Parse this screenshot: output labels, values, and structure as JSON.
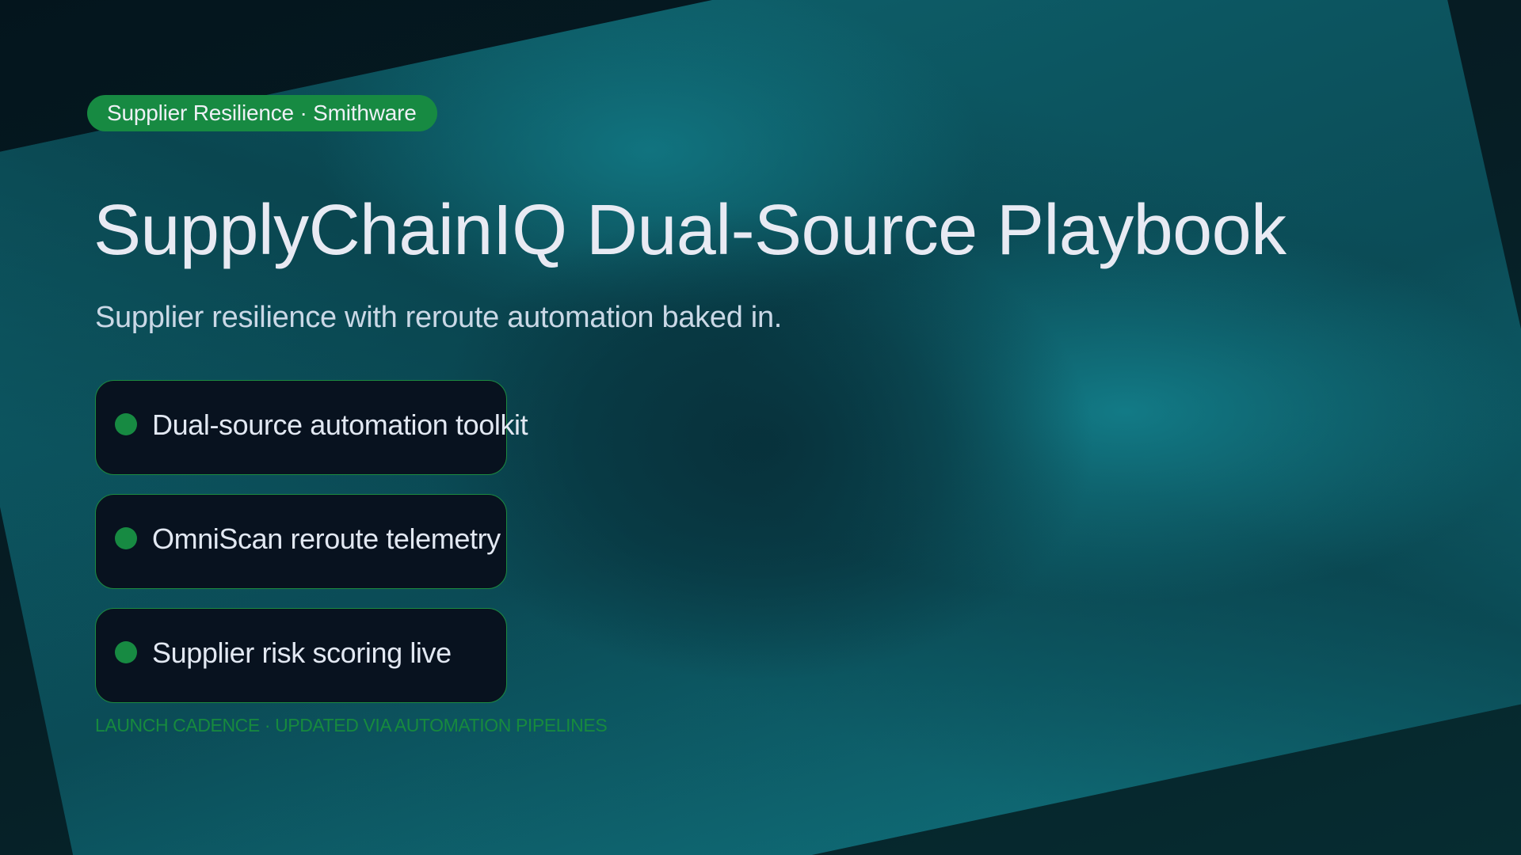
{
  "slide": {
    "badge": "Supplier Resilience · Smithware",
    "title": "SupplyChainIQ Dual-Source Playbook",
    "subtitle": "Supplier resilience with reroute automation baked in.",
    "features": [
      {
        "icon": "green-dot-icon",
        "label": "Dual-source automation toolkit"
      },
      {
        "icon": "green-dot-icon",
        "label": "OmniScan reroute telemetry"
      },
      {
        "icon": "green-dot-icon",
        "label": "Supplier risk scoring live"
      }
    ],
    "footer": "LAUNCH CADENCE · UPDATED VIA AUTOMATION PIPELINES"
  },
  "colors": {
    "accent_green": "#178a42",
    "card_background": "#08121f",
    "panel_teal": "#127b86",
    "panel_dark": "#0a4550",
    "page_background": "#05171f",
    "title_text": "#e8eaf3",
    "subtitle_text": "#cad8e6"
  }
}
